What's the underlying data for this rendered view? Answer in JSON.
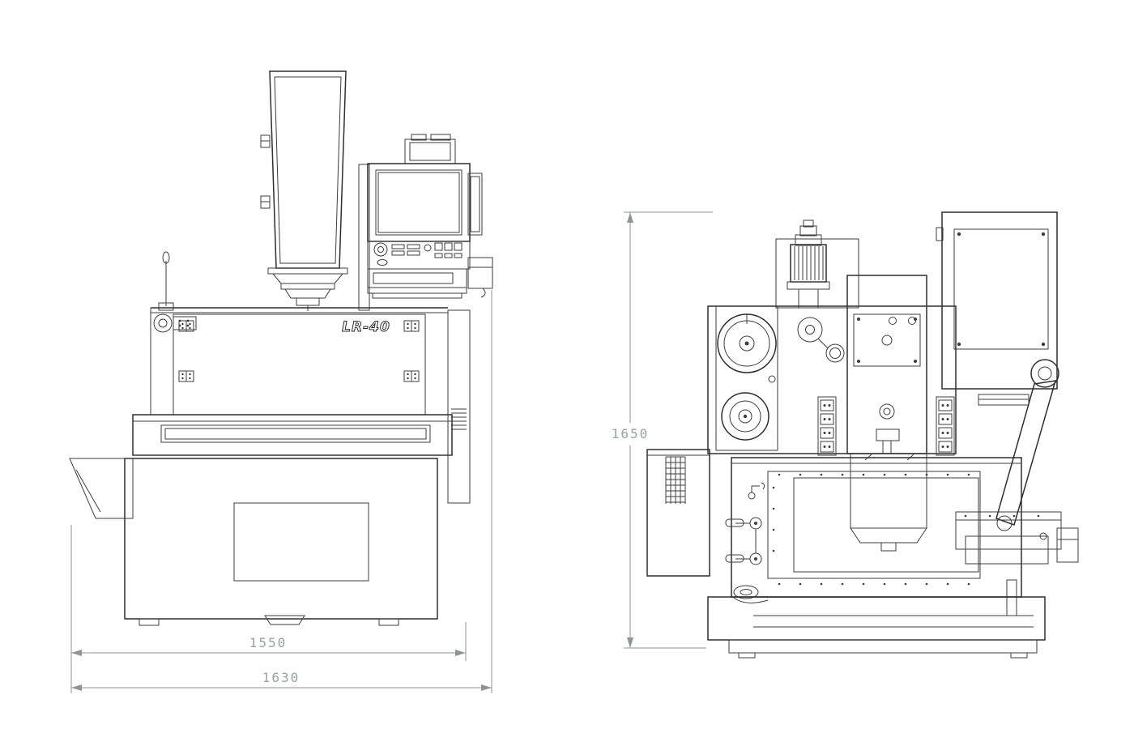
{
  "drawing": {
    "model_label": "LR-40",
    "dims": {
      "front_width_inner": "1550",
      "front_width_outer": "1630",
      "side_height": "1650"
    },
    "colors": {
      "line": "#3d3d3d",
      "dimension_line": "#8f9496",
      "dimension_text": "#9aa2a4",
      "background": "#ffffff"
    }
  }
}
